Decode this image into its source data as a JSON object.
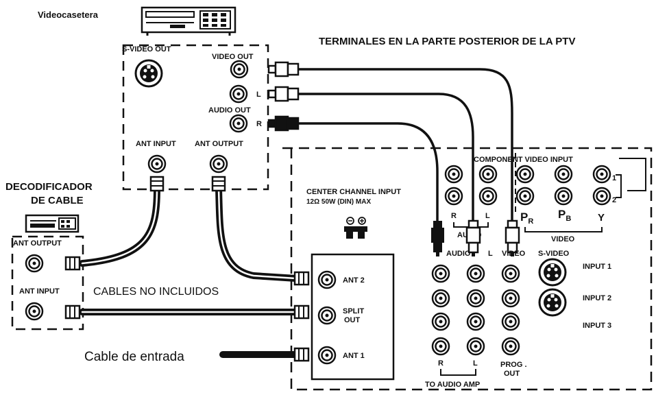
{
  "vcr": {
    "title": "Videocasetera",
    "s_video_out": "S-VIDEO OUT",
    "video_out": "VIDEO OUT",
    "audio_l": "L",
    "audio_out": "AUDIO OUT",
    "audio_r": "R",
    "ant_input": "ANT INPUT",
    "ant_output": "ANT OUTPUT"
  },
  "header": {
    "ptv_title": "TERMINALES EN LA PARTE POSTERIOR DE LA PTV"
  },
  "decoder": {
    "title_line1": "DECODIFICADOR",
    "title_line2": "DE CABLE",
    "ant_output": "ANT OUTPUT",
    "ant_input": "ANT INPUT"
  },
  "cables": {
    "not_included": "CABLES NO INCLUIDOS",
    "input_cable": "Cable de entrada"
  },
  "ptv": {
    "center_channel_line1": "CENTER CHANNEL INPUT",
    "center_channel_line2": "12Ω  50W  (DIN) MAX",
    "ant2": "ANT 2",
    "split_line1": "SPLIT",
    "split_line2": "OUT",
    "ant1": "ANT 1",
    "component_video_input": "COMPONENT VIDEO INPUT",
    "comp_r": "R",
    "comp_l": "L",
    "comp_audio": "AUDIO",
    "pr": "P",
    "pr_sub": "R",
    "pb": "P",
    "pb_sub": "B",
    "y": "Y",
    "video": "VIDEO",
    "num1": "1",
    "num2": "2",
    "audio": "AUDIO",
    "audio_l": "L",
    "video_col": "VIDEO",
    "s_video": "S-VIDEO",
    "input1": "INPUT 1",
    "input2": "INPUT 2",
    "input3": "INPUT 3",
    "r": "R",
    "l": "L",
    "prog_line1": "PROG .",
    "prog_line2": "OUT",
    "to_audio_amp": "TO AUDIO AMP"
  }
}
